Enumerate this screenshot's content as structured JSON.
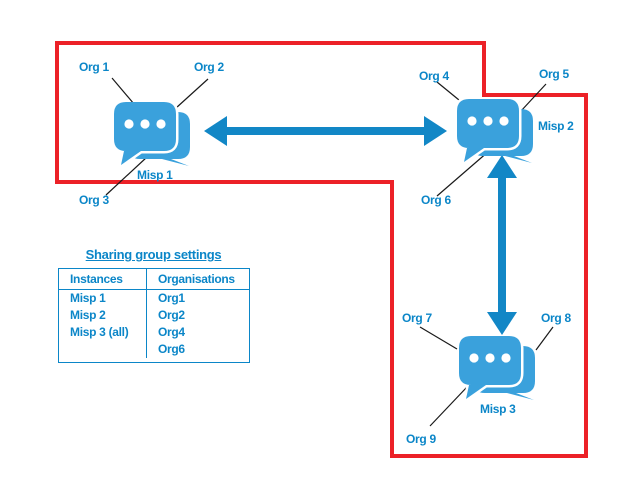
{
  "diagram": {
    "description_colors": {
      "boundary_red": "#EC2127",
      "label_blue": "#0B86C8",
      "icon_blue": "#3AA1DC",
      "arrow_blue": "#1287C6"
    },
    "labels": {
      "org1": "Org 1",
      "org2": "Org 2",
      "org3": "Org 3",
      "org4": "Org 4",
      "org5": "Org 5",
      "org6": "Org 6",
      "org7": "Org 7",
      "org8": "Org 8",
      "org9": "Org 9",
      "misp1": "Misp 1",
      "misp2": "Misp 2",
      "misp3": "Misp 3"
    }
  },
  "table": {
    "title": "Sharing group settings",
    "headers": [
      "Instances",
      "Organisations"
    ],
    "rows": [
      [
        "Misp 1",
        "Org1"
      ],
      [
        "Misp 2",
        "Org2"
      ],
      [
        "Misp 3 (all)",
        "Org4"
      ],
      [
        "",
        "Org6"
      ]
    ]
  }
}
